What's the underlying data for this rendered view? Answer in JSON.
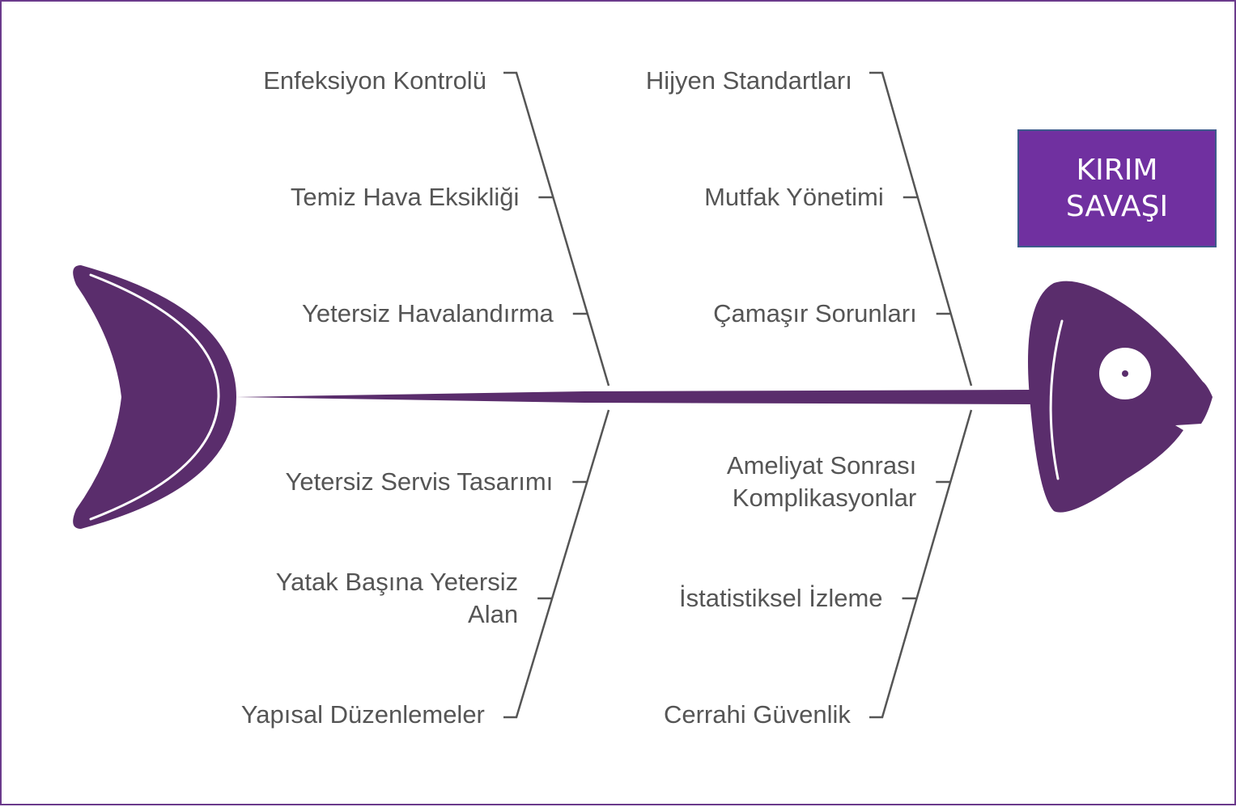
{
  "title": {
    "line1": "KIRIM",
    "line2": "SAVAŞI"
  },
  "causes": {
    "upper_left": [
      "Enfeksiyon Kontrolü",
      "Temiz Hava Eksikliği",
      "Yetersiz Havalandırma"
    ],
    "upper_right": [
      "Hijyen Standartları",
      "Mutfak Yönetimi",
      "Çamaşır Sorunları"
    ],
    "lower_left": [
      "Yetersiz Servis Tasarımı",
      [
        "Yatak Başına Yetersiz",
        "Alan"
      ],
      "Yapısal Düzenlemeler"
    ],
    "lower_right": [
      [
        "Ameliyat Sonrası",
        "Komplikasyonlar"
      ],
      "İstatistiksel İzleme",
      "Cerrahi Güvenlik"
    ]
  },
  "colors": {
    "fish": "#5a2d6c",
    "title_bg": "#7030a0",
    "label": "#555555",
    "bone_line": "#555555"
  },
  "icons": {
    "head": "fish-head-icon",
    "tail": "fish-tail-icon"
  }
}
